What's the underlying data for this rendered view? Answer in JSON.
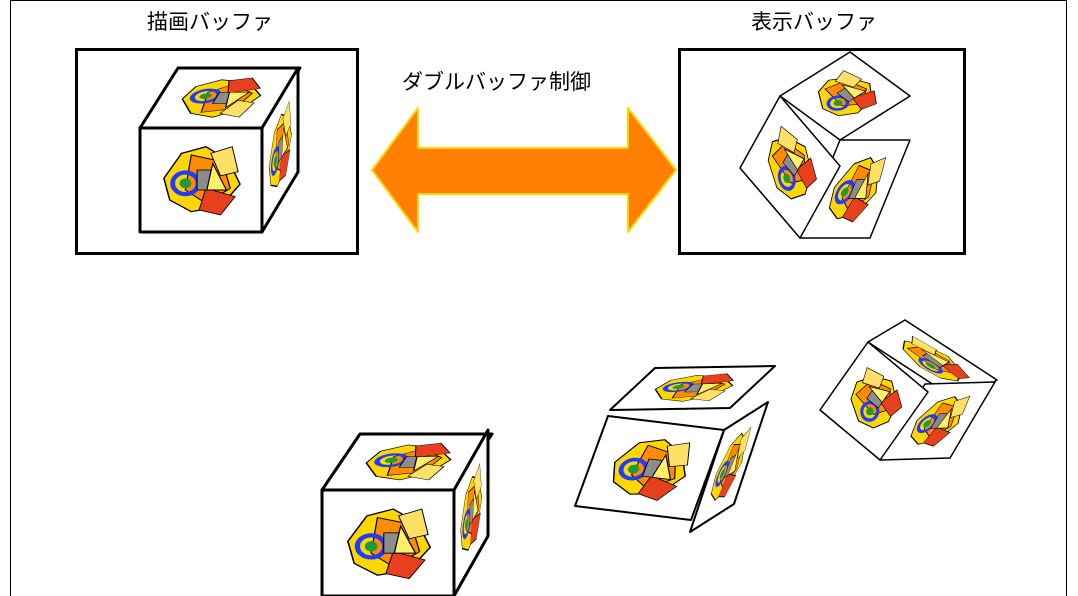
{
  "labels": {
    "draw_buffer": "描画バッファ",
    "display_buffer": "表示バッファ",
    "double_buffer_control": "ダブルバッファ制御"
  },
  "colors": {
    "arrow_fill": "#FF8000",
    "arrow_outline": "#FFD700",
    "panel_border": "#000000",
    "icon_yellow": "#FFD700",
    "icon_orange": "#FF8C00",
    "icon_red": "#E8401C",
    "icon_blue": "#1E3CFF",
    "icon_green": "#1E9A3A"
  },
  "icons": [
    "cube-icon",
    "double-arrow-icon"
  ]
}
